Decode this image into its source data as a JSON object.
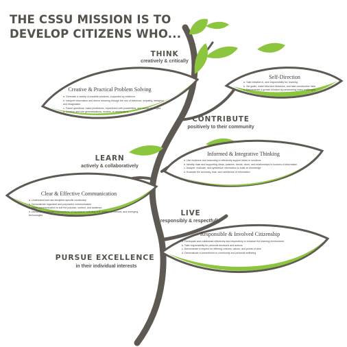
{
  "title": {
    "line1": "THE CSSU MISSION IS TO",
    "line2": "DEVELOP CITIZENS WHO..."
  },
  "colors": {
    "trunk": "#5e5953",
    "leaf_green": "#8cc63f",
    "text": "#55524c"
  },
  "branches": [
    {
      "verb": "THINK",
      "sub": "creatively & critically",
      "leaf_title": "Creative & Practical Problem Solving",
      "items": [
        "a. Generate a variety of possible solutions, supported by evidence",
        "b. Interpret information and derive meaning through the use of inference, empathy, metaphor and imagination",
        "c. Frame questions, make predictions, experiment with possibilities, and design strategies",
        "d. Develop and use generalizations, models, or abstractions"
      ]
    },
    {
      "verb": "",
      "sub": "",
      "leaf_title": "Self-Direction",
      "items": [
        "a. Take initiative in, and responsibility for, learning",
        "b. Set goals, make informed decisions, and take constructive risks",
        "c. Demonstrate a growth mindset by persevering when challenged"
      ]
    },
    {
      "verb": "CONTRIBUTE",
      "sub": "positively to their community",
      "leaf_title": "Informed & Integrative Thinking",
      "items": [
        "a. Use evidence and reasoning to effectively support ideas or solutions",
        "b. Identify main and supporting ideas, patterns, trends, clues, and relationships in sources of information",
        "c. Analyze, evaluate, and synthesize information to build on knowledge",
        "d. Evaluate the accuracy, bias, and usefulness of information"
      ]
    },
    {
      "verb": "LEARN",
      "sub": "actively & collaboratively",
      "leaf_title": "Clear & Effective Communication",
      "items": [
        "a. Understand and use discipline-specific vocabulary",
        "b. Demonstrate organized and purposeful communication",
        "c. Adjust communication to suit the purpose, context, and audience",
        "d. Demonstrate standard conventions of expression including oral, written, performed, and emerging technologies"
      ]
    },
    {
      "verb": "LIVE",
      "sub": "responsibly & respectfully",
      "leaf_title": "Responsible & Involved Citizenship",
      "items": [
        "a. Participate and collaborate effectively and respectfully to enhance the learning environment",
        "b. Take responsibility for personal decisions and actions",
        "c. Demonstrate a respect for differing cultures, values, and points of view",
        "d. Demonstrate a commitment to community and personal wellbeing"
      ]
    },
    {
      "verb": "PURSUE EXCELLENCE",
      "sub": "in their individual interests",
      "leaf_title": "",
      "items": []
    }
  ]
}
